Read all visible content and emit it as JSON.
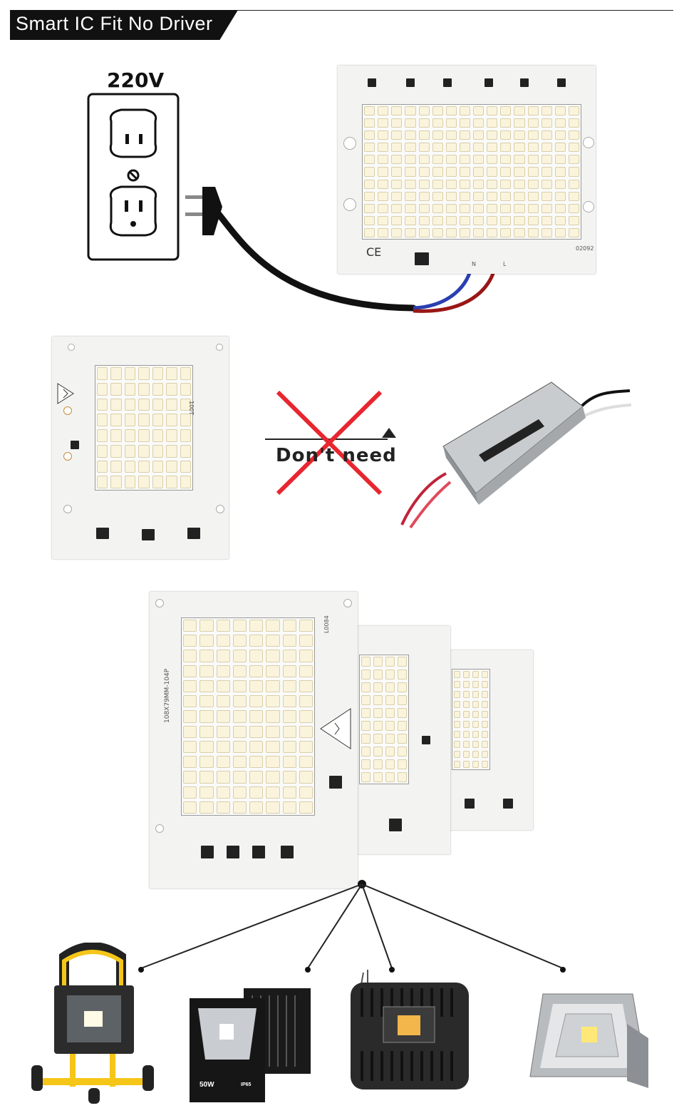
{
  "banner": {
    "title": "Smart IC Fit No Driver"
  },
  "outlet": {
    "voltage_label": "220V"
  },
  "comparison": {
    "label": "Don't need"
  },
  "board_top": {
    "code": "02092",
    "pin_n": "N",
    "pin_l": "L"
  },
  "board_small": {
    "code": "100T"
  },
  "boards_group": {
    "code_large": "108X79MM-104P",
    "code_mid": "L0084"
  },
  "lamps": [
    {
      "name": "portable-floodlight",
      "badge": ""
    },
    {
      "name": "black-floodlight",
      "badge": "50W",
      "badge2": "IP65"
    },
    {
      "name": "grille-floodlight",
      "badge": ""
    },
    {
      "name": "silver-floodlight",
      "badge": ""
    }
  ],
  "colors": {
    "banner_bg": "#111111",
    "cross": "#e8262f",
    "wire_blue": "#2a3fb0",
    "wire_red": "#9a1616",
    "lamp_yellow": "#f5c518"
  }
}
